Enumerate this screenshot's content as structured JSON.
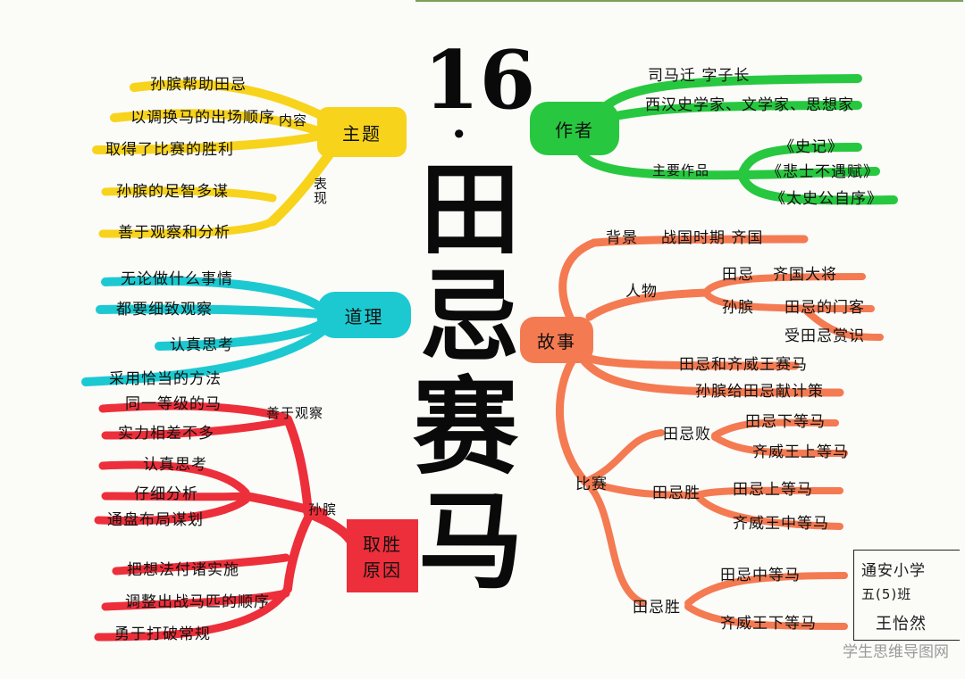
{
  "colors": {
    "yellow": "#f8d31c",
    "cyan": "#1cc9d1",
    "red": "#ec2f3a",
    "green": "#27c83f",
    "orange": "#f47a52"
  },
  "title": {
    "number": "16",
    "dot": "·",
    "chars": [
      "田",
      "忌",
      "赛",
      "马"
    ]
  },
  "theme": {
    "label": "主题",
    "link_content": "内容",
    "link_express": "表现",
    "items": [
      "孙膑帮助田忌",
      "以调换马的出场顺序",
      "取得了比赛的胜利",
      "孙膑的足智多谋",
      "善于观察和分析"
    ]
  },
  "principle": {
    "label": "道理",
    "items": [
      "无论做什么事情",
      "都要细致观察",
      "认真思考",
      "采用恰当的方法"
    ]
  },
  "reasons": {
    "label_line1": "取胜",
    "label_line2": "原因",
    "link_observe": "善于观察",
    "link_sunbin": "孙膑",
    "observe_items": [
      "同一等级的马",
      "实力相差不多"
    ],
    "think_items": [
      "认真思考",
      "仔细分析",
      "通盘布局谋划"
    ],
    "act_items": [
      "把想法付诸实施",
      "调整出战马匹的顺序",
      "勇于打破常规"
    ]
  },
  "author": {
    "label": "作者",
    "name": "司马迁 字子长",
    "title": "西汉史学家、文学家、思想家",
    "works_label": "主要作品",
    "works": [
      "《史记》",
      "《悲士不遇赋》",
      "《太史公自序》"
    ]
  },
  "story": {
    "label": "故事",
    "background_label": "背景",
    "background": "战国时期 齐国",
    "people_label": "人物",
    "tianji": "田忌",
    "tianji_desc": "齐国大将",
    "sunbin": "孙膑",
    "sunbin_desc1": "田忌的门客",
    "sunbin_desc2": "受田忌赏识",
    "plot1": "田忌和齐威王赛马",
    "plot2": "孙膑给田忌献计策",
    "race_label": "比赛",
    "lose_label": "田忌败",
    "lose_items": [
      "田忌下等马",
      "齐威王上等马"
    ],
    "win1_label": "田忌胜",
    "win1_items": [
      "田忌上等马",
      "齐威王中等马"
    ],
    "win2_label": "田忌胜",
    "win2_items": [
      "田忌中等马",
      "齐威王下等马"
    ]
  },
  "credit": {
    "school": "通安小学",
    "class": "五(5)班",
    "name": "王怡然"
  },
  "watermark": "学生思维导图网"
}
